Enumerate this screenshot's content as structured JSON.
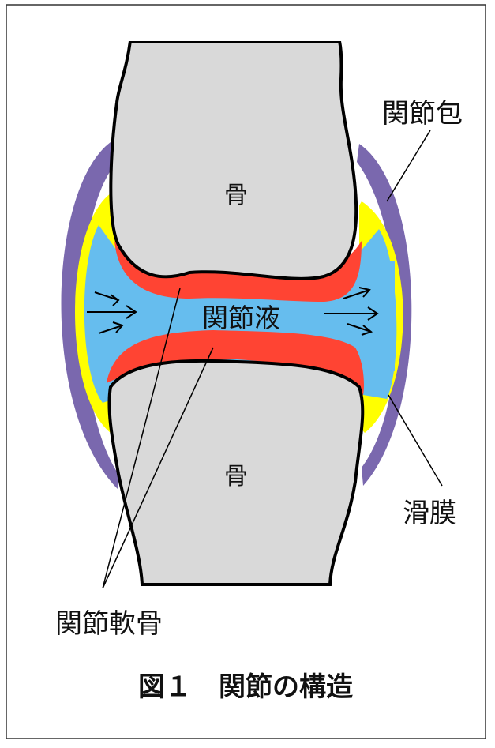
{
  "labels": {
    "bone_top": "骨",
    "bone_bottom": "骨",
    "synovial_fluid": "関節液",
    "joint_capsule": "関節包",
    "synovial_membrane": "滑膜",
    "articular_cartilage": "関節軟骨"
  },
  "caption": "図１　関節の構造",
  "colors": {
    "capsule": "#7a68ae",
    "membrane": "#ffff00",
    "fluid": "#66bdee",
    "cartilage": "#ff4433",
    "bone": "#d9d9d9"
  }
}
